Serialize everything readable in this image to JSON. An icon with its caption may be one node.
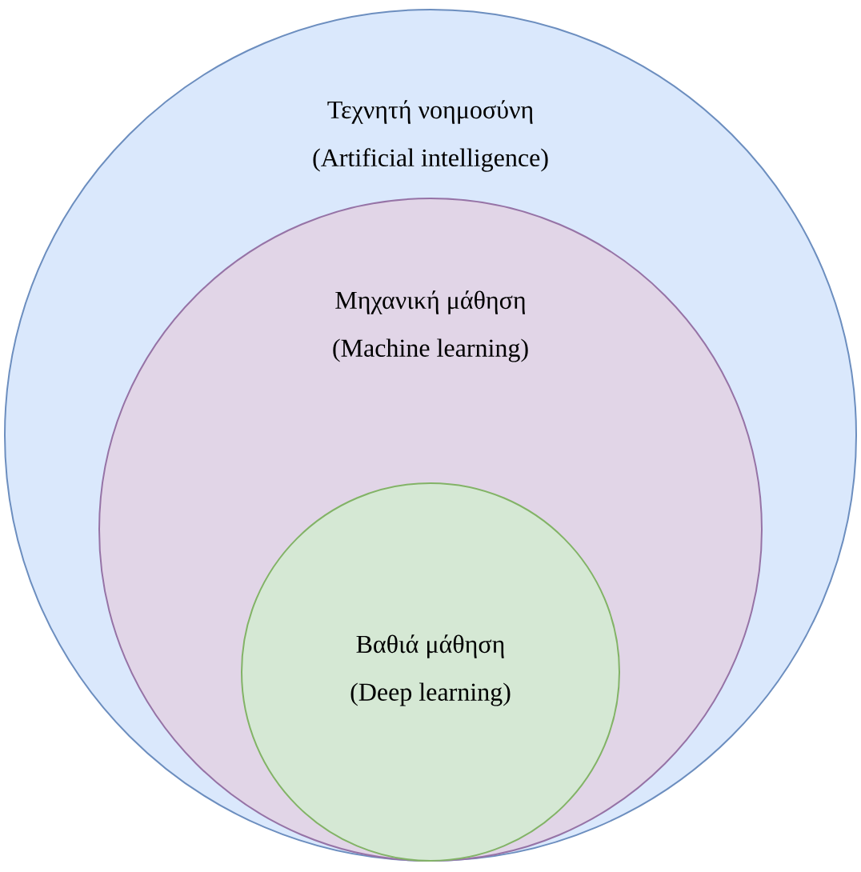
{
  "diagram": {
    "nodes": [
      {
        "text": [
          "Τεχνητή νοημοσύνη",
          "(Artificial intelligence)"
        ]
      },
      {
        "text": [
          "Μηχανική μάθηση",
          "(Machine learning)"
        ],
        "in": 0
      },
      {
        "text": [
          "Βαθιά μάθηση",
          "(Deep learning)"
        ],
        "in": 1
      }
    ]
  }
}
